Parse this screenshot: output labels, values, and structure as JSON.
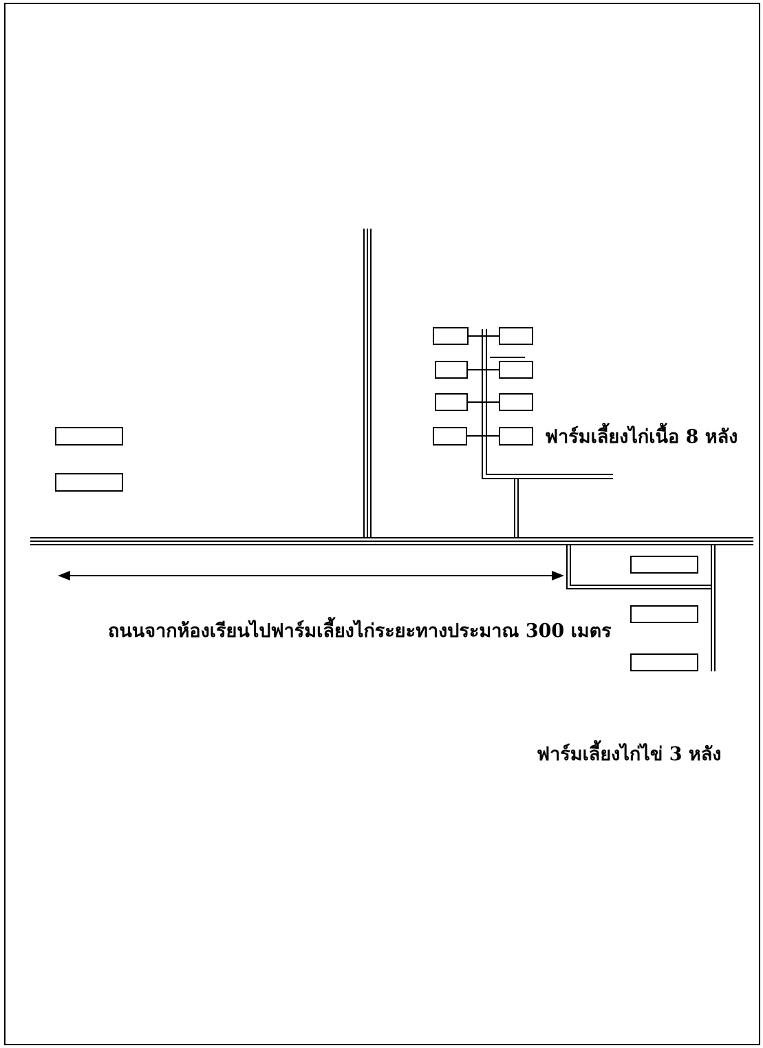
{
  "labels": {
    "broiler_farm": "ฟาร์มเลี้ยงไก่เนื้อ 8 หลัง",
    "road_distance": "ถนนจากห้องเรียนไปฟาร์มเลี้ยงไก่ระยะทางประมาณ 300 เมตร",
    "layer_farm": "ฟาร์มเลี้ยงไก่ไข่ 3 หลัง"
  },
  "farms": {
    "broiler_house_count": 8,
    "layer_house_count": 3
  },
  "distance": {
    "value": 300,
    "unit": "เมตร"
  },
  "colors": {
    "ink": "#000000",
    "paper": "#ffffff"
  }
}
